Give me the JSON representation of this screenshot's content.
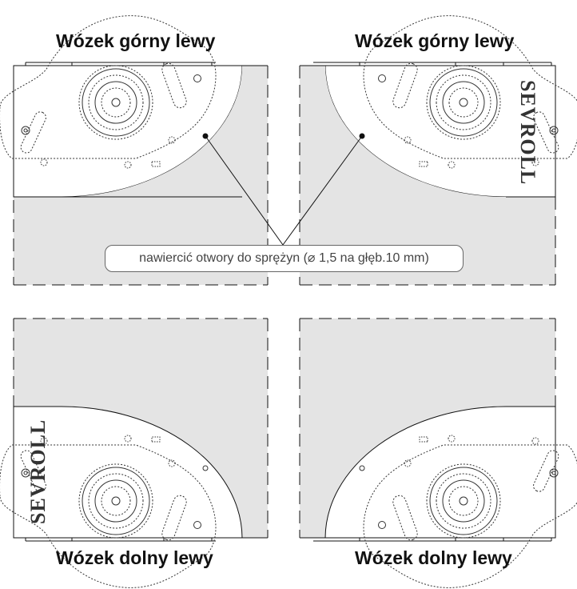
{
  "titles": {
    "top_left": "Wózek górny lewy",
    "top_right": "Wózek górny lewy",
    "bottom_left": "Wózek dolny lewy",
    "bottom_right": "Wózek dolny lewy"
  },
  "callout": {
    "text": "nawiercić otwory do sprężyn (⌀ 1,5 na głęb.10 mm)"
  },
  "brand": {
    "logo_text": "SEVROLL"
  },
  "colors": {
    "panel_fill": "#e4e4e4",
    "line": "#111111",
    "dotted": "#333333"
  }
}
